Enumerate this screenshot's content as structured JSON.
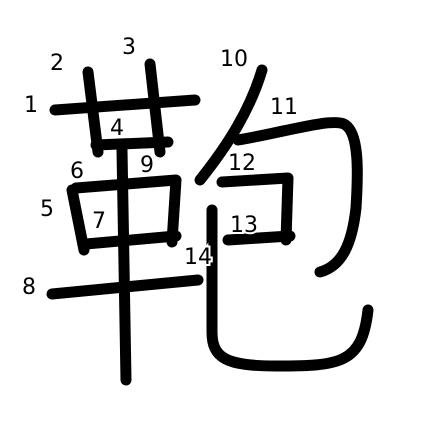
{
  "character": "鞄",
  "strokes": [
    {
      "number": "1",
      "name": "horizontal-top"
    },
    {
      "number": "2",
      "name": "left-vertical-top"
    },
    {
      "number": "3",
      "name": "right-vertical-top"
    },
    {
      "number": "4",
      "name": "horizontal-under-top"
    },
    {
      "number": "5",
      "name": "box-left"
    },
    {
      "number": "6",
      "name": "box-top-right"
    },
    {
      "number": "7",
      "name": "box-middle"
    },
    {
      "number": "8",
      "name": "bottom-horizontal"
    },
    {
      "number": "9",
      "name": "central-vertical"
    },
    {
      "number": "10",
      "name": "bao-left-sweep"
    },
    {
      "number": "11",
      "name": "bao-hook"
    },
    {
      "number": "12",
      "name": "bao-inner-top"
    },
    {
      "number": "13",
      "name": "bao-inner-middle"
    },
    {
      "number": "14",
      "name": "bao-bottom-hook"
    }
  ],
  "colors": {
    "stroke": "#000000",
    "background": "#ffffff"
  }
}
